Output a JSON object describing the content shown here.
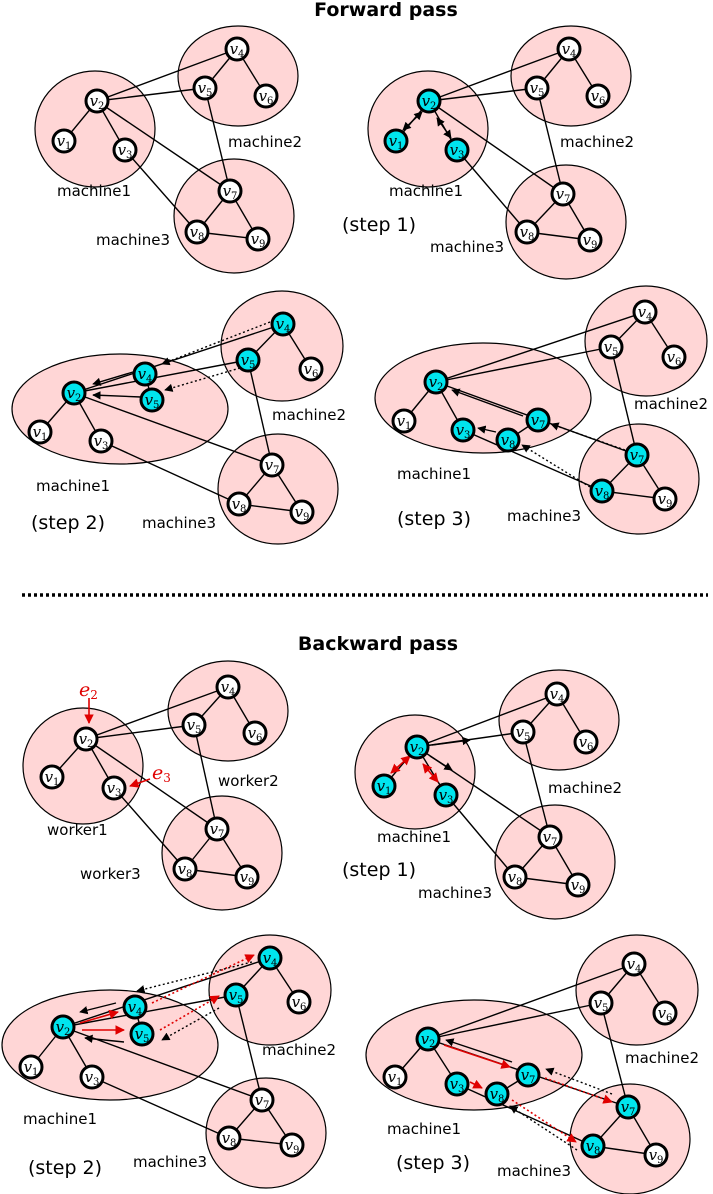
{
  "forward": {
    "title": "Forward pass"
  },
  "backward": {
    "title": "Backward pass"
  },
  "steps": [
    "(step 1)",
    "(step 2)",
    "(step 3)"
  ],
  "machines": [
    "machine1",
    "machine2",
    "machine3"
  ],
  "workers": [
    "worker1",
    "worker2",
    "worker3"
  ],
  "vertex_names": [
    "v1",
    "v2",
    "v3",
    "v4",
    "v5",
    "v6",
    "v7",
    "v8",
    "v9"
  ],
  "gradient_labels": [
    "e2",
    "e3"
  ],
  "colors": {
    "machine_fill": "#ffd6d6",
    "active_node": "#00e5ee",
    "inactive_node": "#ffffff",
    "gradient_arrow": "#e00000",
    "message_arrow": "#000000"
  }
}
